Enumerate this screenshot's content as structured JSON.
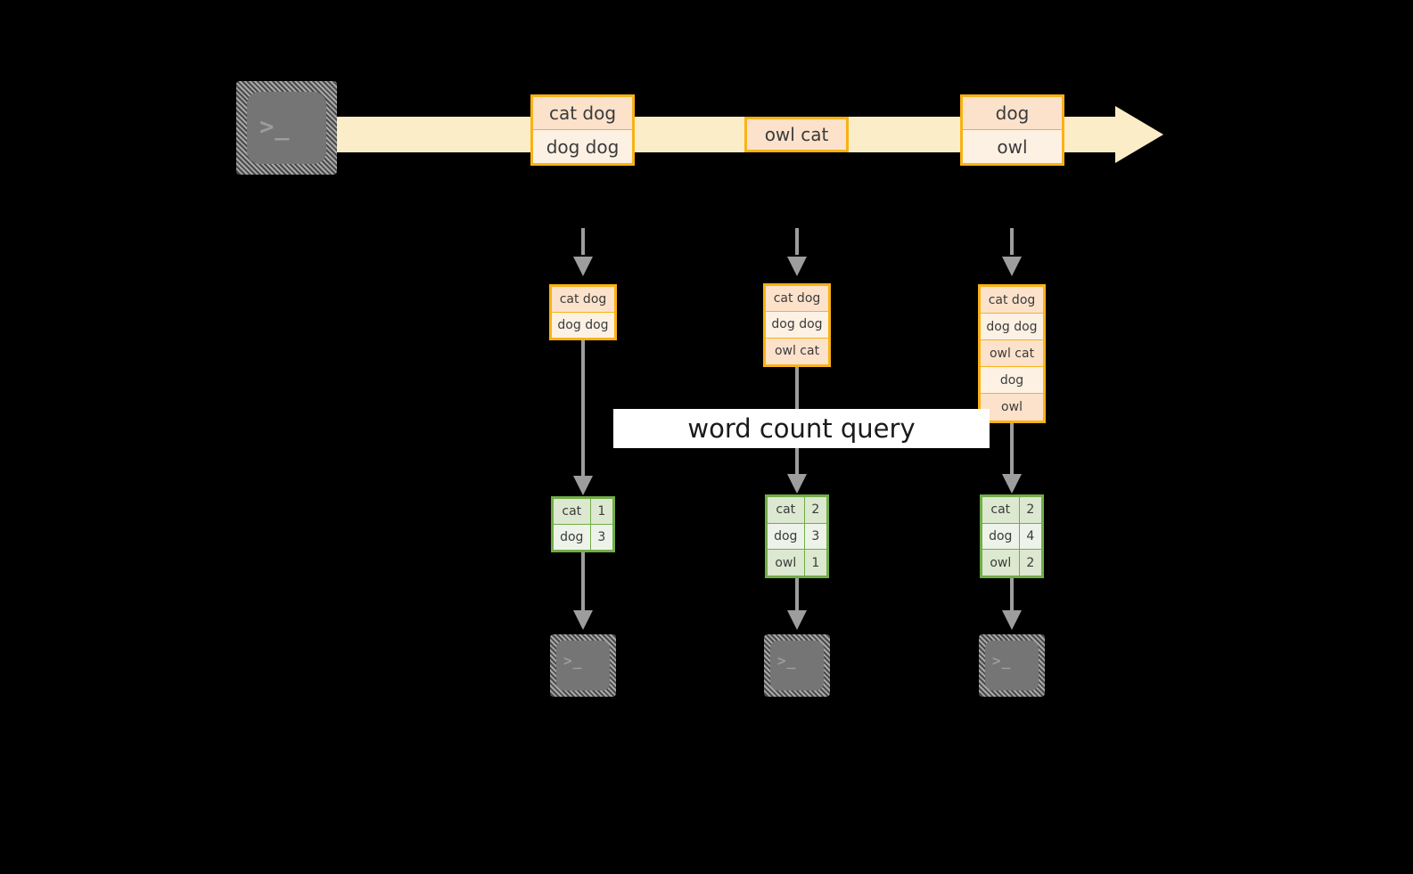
{
  "diagram": {
    "title_banner": "word count query",
    "colors": {
      "background": "#000000",
      "stream_band": "#fcedc9",
      "record_border": "#f9b215",
      "record_fill_dark": "#fce2cb",
      "record_fill_light": "#fdf1e4",
      "result_border": "#72ad48",
      "result_fill_dark": "#dce8d0",
      "result_fill_light": "#eef3e9",
      "connector": "#9d9d9d",
      "terminal_body": "#757575",
      "banner_fill": "#ffffff"
    },
    "terminal_prompt_glyph": ">_",
    "source_terminal": {
      "name": "source-terminal",
      "prompt": ">_"
    },
    "stream_batches": [
      {
        "id": "batch-1",
        "lines": [
          {
            "text": "cat dog",
            "shade": "dark"
          },
          {
            "text": "dog dog",
            "shade": "light"
          }
        ]
      },
      {
        "id": "batch-2",
        "lines": [
          {
            "text": "owl cat",
            "shade": "dark"
          }
        ]
      },
      {
        "id": "batch-3",
        "lines": [
          {
            "text": "dog",
            "shade": "dark"
          },
          {
            "text": "owl",
            "shade": "light"
          }
        ]
      }
    ],
    "columns": [
      {
        "id": "trigger-1",
        "input_table": {
          "rows": [
            {
              "text": "cat dog",
              "shade": "dark"
            },
            {
              "text": "dog dog",
              "shade": "light"
            }
          ]
        },
        "result_table": {
          "rows": [
            {
              "word": "cat",
              "count": "1",
              "shade": "dark"
            },
            {
              "word": "dog",
              "count": "3",
              "shade": "light"
            }
          ]
        },
        "sink_terminal": {
          "prompt": ">_"
        }
      },
      {
        "id": "trigger-2",
        "input_table": {
          "rows": [
            {
              "text": "cat dog",
              "shade": "dark"
            },
            {
              "text": "dog dog",
              "shade": "light"
            },
            {
              "text": "owl cat",
              "shade": "dark"
            }
          ]
        },
        "result_table": {
          "rows": [
            {
              "word": "cat",
              "count": "2",
              "shade": "dark"
            },
            {
              "word": "dog",
              "count": "3",
              "shade": "light"
            },
            {
              "word": "owl",
              "count": "1",
              "shade": "dark"
            }
          ]
        },
        "sink_terminal": {
          "prompt": ">_"
        }
      },
      {
        "id": "trigger-3",
        "input_table": {
          "rows": [
            {
              "text": "cat dog",
              "shade": "dark"
            },
            {
              "text": "dog dog",
              "shade": "light"
            },
            {
              "text": "owl cat",
              "shade": "dark"
            },
            {
              "text": "dog",
              "shade": "light"
            },
            {
              "text": "owl",
              "shade": "dark"
            }
          ]
        },
        "result_table": {
          "rows": [
            {
              "word": "cat",
              "count": "2",
              "shade": "dark"
            },
            {
              "word": "dog",
              "count": "4",
              "shade": "light"
            },
            {
              "word": "owl",
              "count": "2",
              "shade": "dark"
            }
          ]
        },
        "sink_terminal": {
          "prompt": ">_"
        }
      }
    ]
  }
}
